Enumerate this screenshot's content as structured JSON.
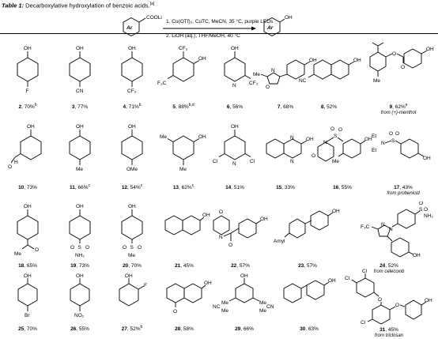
{
  "caption": {
    "label": "Table 1:",
    "text": "Decarboxylative hydroxylation of benzoic acids.",
    "sup": "[a]"
  },
  "scheme": {
    "reagent_label": "COOLi",
    "core_label": "Ar",
    "step1": "1. Cu(OTf)₂, CuTC, MeCN, 35 °C, purple LEDs",
    "step2": "2. LiOH (aq.), THF/MeOH, 40 °C",
    "product_label": "OH"
  },
  "structure_labels": {
    "oh": "OH",
    "f": "F",
    "cn": "CN",
    "cf3": "CF₃",
    "me": "Me",
    "ome": "OMe",
    "o": "O",
    "n": "N",
    "cl": "Cl",
    "br": "Br",
    "no2": "NO₂",
    "nh2": "NH₂",
    "s": "S",
    "et": "Et",
    "amyl": "Amyl",
    "h": "H",
    "nc": "NC",
    "f3c": "F₃C"
  },
  "compounds": [
    {
      "num": "2",
      "yield": "70%",
      "sup": "b"
    },
    {
      "num": "3",
      "yield": "77%",
      "sup": ""
    },
    {
      "num": "4",
      "yield": "71%",
      "sup": "b"
    },
    {
      "num": "5",
      "yield": "88%",
      "sup": "b,d"
    },
    {
      "num": "6",
      "yield": "56%",
      "sup": ""
    },
    {
      "num": "7",
      "yield": "68%",
      "sup": ""
    },
    {
      "num": "8",
      "yield": "52%",
      "sup": ""
    },
    {
      "num": "9",
      "yield": "62%",
      "sup": "e",
      "note": "from (+)-menthol"
    },
    {
      "num": "10",
      "yield": "73%",
      "sup": ""
    },
    {
      "num": "11",
      "yield": "66%",
      "sup": "c"
    },
    {
      "num": "12",
      "yield": "54%",
      "sup": "c"
    },
    {
      "num": "13",
      "yield": "62%",
      "sup": "c"
    },
    {
      "num": "14",
      "yield": "51%",
      "sup": ""
    },
    {
      "num": "15",
      "yield": "33%",
      "sup": ""
    },
    {
      "num": "16",
      "yield": "55%",
      "sup": ""
    },
    {
      "num": "17",
      "yield": "43%",
      "sup": "",
      "note": "from probenicid"
    },
    {
      "num": "18",
      "yield": "65%",
      "sup": ""
    },
    {
      "num": "19",
      "yield": "73%",
      "sup": ""
    },
    {
      "num": "20",
      "yield": "70%",
      "sup": ""
    },
    {
      "num": "21",
      "yield": "45%",
      "sup": ""
    },
    {
      "num": "22",
      "yield": "57%",
      "sup": ""
    },
    {
      "num": "23",
      "yield": "57%",
      "sup": ""
    },
    {
      "num": "24",
      "yield": "52%",
      "sup": "",
      "note": "from celecoxib"
    },
    {
      "num": "25",
      "yield": "70%",
      "sup": ""
    },
    {
      "num": "26",
      "yield": "55%",
      "sup": ""
    },
    {
      "num": "27",
      "yield": "52%",
      "sup": "b"
    },
    {
      "num": "28",
      "yield": "58%",
      "sup": ""
    },
    {
      "num": "29",
      "yield": "66%",
      "sup": ""
    },
    {
      "num": "30",
      "yield": "63%",
      "sup": ""
    },
    {
      "num": "31",
      "yield": "45%",
      "sup": "",
      "note": "from triclosan"
    }
  ]
}
